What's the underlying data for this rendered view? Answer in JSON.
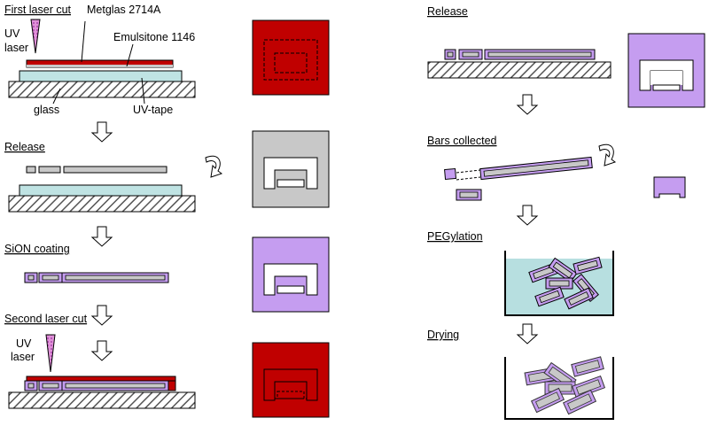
{
  "steps": {
    "first_cut": "First laser cut",
    "release": "Release",
    "sion": "SiON coating",
    "second_cut": "Second laser cut",
    "release_right": "Release",
    "bars_collected": "Bars collected",
    "pegylation": "PEGylation",
    "drying": "Drying"
  },
  "labels": {
    "metglas": "Metglas 2714A",
    "emulsitone": "Emulsitone 1146",
    "uv_laser_top": "UV",
    "uv_laser_bottom": "laser",
    "glass": "glass",
    "uv_tape": "UV-tape"
  },
  "colors": {
    "metglas_red": "#c00000",
    "tape_cyan": "#bfe3e3",
    "coating_purple": "#c59df0",
    "bar_grey": "#c8c8c8",
    "liquid_blue": "#b7dfe0"
  }
}
